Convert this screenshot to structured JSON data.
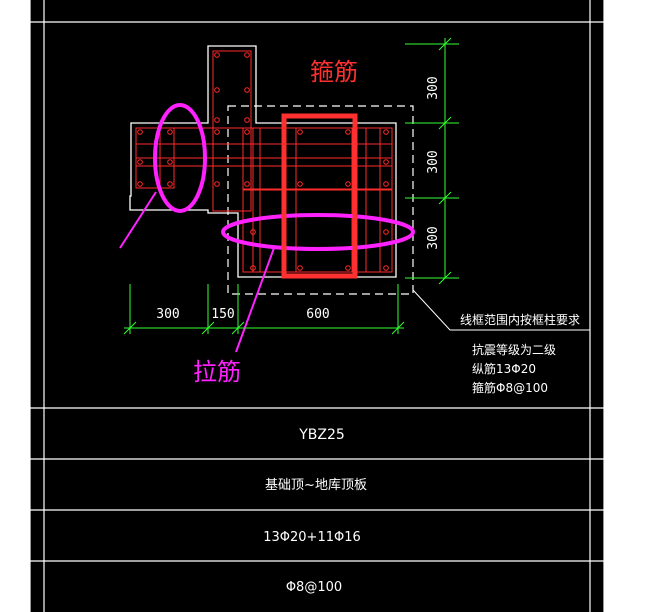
{
  "annotations": {
    "stirrup_label": "箍筋",
    "tie_label": "拉筋"
  },
  "dimensions": {
    "right_top": "300",
    "right_mid": "300",
    "right_bottom": "300",
    "bottom_left": "300",
    "bottom_mid": "150",
    "bottom_right": "600"
  },
  "notes": {
    "leader_text": "线框范围内按框柱要求",
    "seismic": "抗震等级为二级",
    "longitudinal": "纵筋13Φ20",
    "stirrup": "箍筋Φ8@100"
  },
  "table": {
    "rows": [
      "YBZ25",
      "基础顶~地库顶板",
      "13Φ20+11Φ16",
      "Φ8@100"
    ]
  },
  "colors": {
    "background": "#000000",
    "grid_line": "#ffffff",
    "section_outline": "#ffffff",
    "rebar": "#ff2a2a",
    "dimension": "#33ff33",
    "dim_text": "#ffffff",
    "magenta": "#ff22ff",
    "stirrup_box": "#ff3030",
    "stirrup_text": "#ff3030"
  }
}
